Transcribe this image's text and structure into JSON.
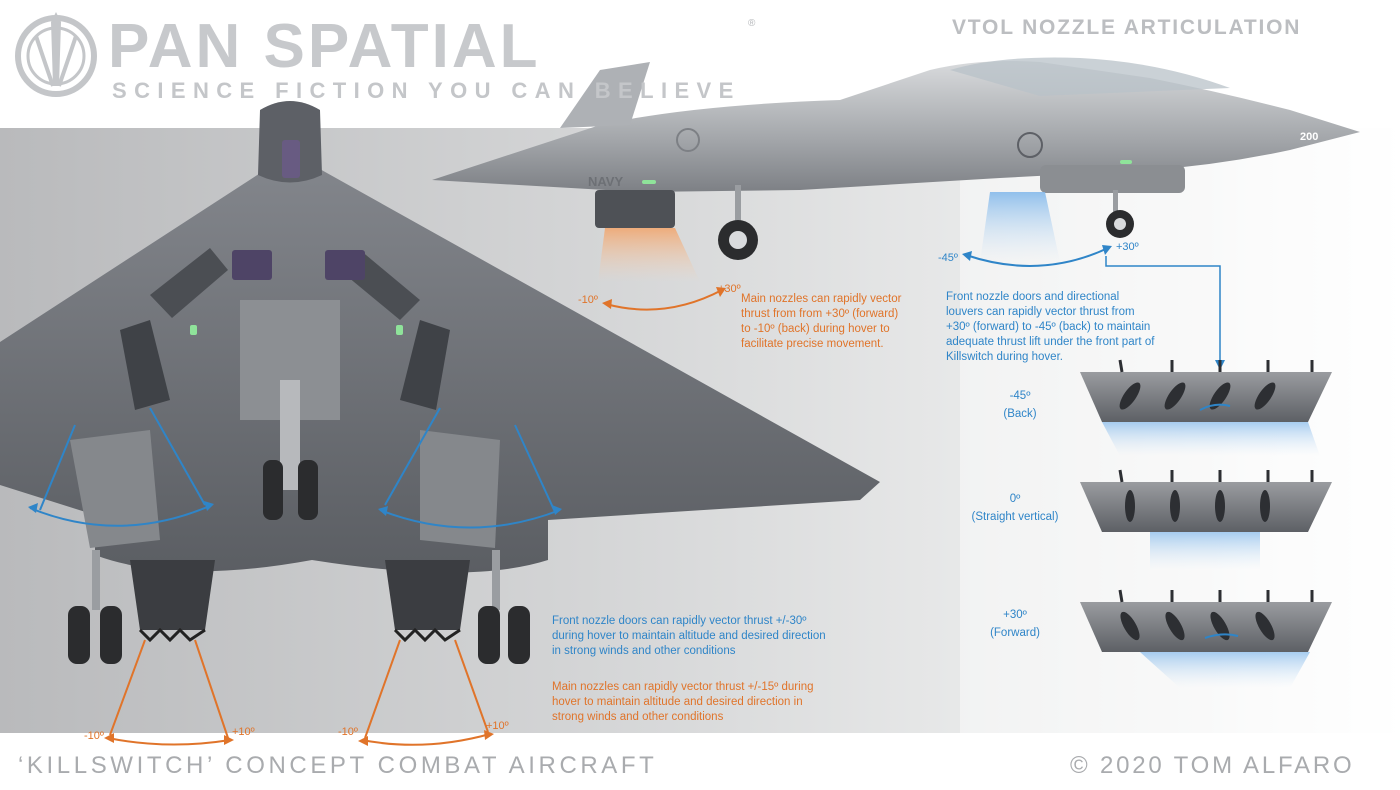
{
  "brand": {
    "name": "PAN SPATIAL",
    "registered": "®",
    "tagline": "SCIENCE FICTION YOU CAN BELIEVE"
  },
  "diagram_title": "VTOL NOZZLE ARTICULATION",
  "footer": {
    "project": "‘KILLSWITCH’ CONCEPT COMBAT AIRCRAFT",
    "copyright": "© 2020 TOM ALFARO"
  },
  "side_view": {
    "main_nozzle": {
      "angle_back": "-10º",
      "angle_forward": "+30º",
      "note": [
        "Main nozzles can rapidly vector",
        "thrust from from +30º (forward)",
        "to -10º (back) during hover to",
        "facilitate precise movement."
      ]
    },
    "front_nozzle": {
      "angle_back": "-45º",
      "angle_forward": "+30º",
      "note": [
        "Front nozzle doors and directional",
        "louvers can rapidly vector thrust from",
        "+30º  (forward) to -45º (back) to maintain",
        "adequate thrust lift under the front part of",
        "Killswitch during hover."
      ]
    },
    "fuselage_marking": "NAVY",
    "tail_number": "200"
  },
  "louver_states": [
    {
      "angle": "-45º",
      "label": "(Back)"
    },
    {
      "angle": "0º",
      "label": "(Straight vertical)"
    },
    {
      "angle": "+30º",
      "label": "(Forward)"
    }
  ],
  "front_view": {
    "front_doors_note": [
      "Front nozzle doors can rapidly vector thrust +/-30º",
      "during hover to maintain altitude and desired direction",
      "in strong winds and other conditions"
    ],
    "main_nozzles_note": [
      "Main nozzles can rapidly vector thrust +/-15º during",
      "hover to maintain altitude and desired direction in",
      "strong winds and other conditions"
    ],
    "left_nozzle": {
      "angle_minus": "-10º",
      "angle_plus": "+10º"
    },
    "right_nozzle": {
      "angle_minus": "-10º",
      "angle_plus": "+10º"
    }
  },
  "colors": {
    "orange_accent": "#e0742a",
    "blue_accent": "#2f85c8",
    "aircraft_gray": "#6e7177",
    "background_gray": "#c6c7c9",
    "brand_gray": "#c7c9cc"
  }
}
